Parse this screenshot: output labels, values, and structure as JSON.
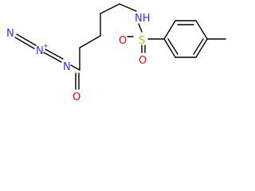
{
  "labels": {
    "n_terminal": "N",
    "n_middle": "N",
    "n_middle_charge": "+",
    "n_acyl": "N",
    "o_carbonyl": "O",
    "nh": "NH",
    "sulfur": "S",
    "o_sulfonyl_1": "O",
    "o_sulfonyl_2": "O"
  },
  "colors": {
    "bond": "#000000",
    "nitrogen": "#3333ff",
    "oxygen": "#ff0000",
    "sulfur": "#b8b800",
    "background": "#ffffff"
  }
}
